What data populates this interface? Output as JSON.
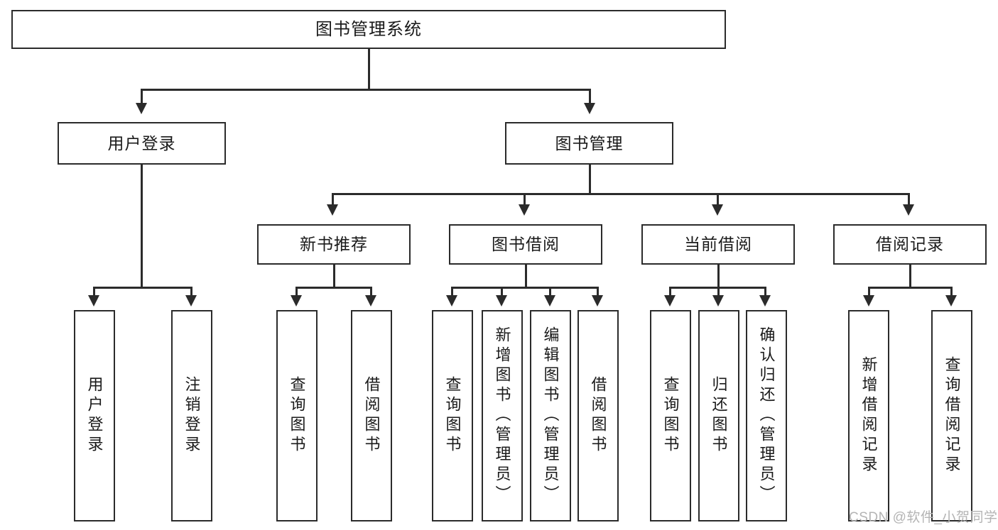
{
  "diagram": {
    "title": "图书管理系统",
    "type": "tree-hierarchy-chart",
    "root": {
      "label": "图书管理系统"
    },
    "level1": [
      {
        "label": "用户登录"
      },
      {
        "label": "图书管理"
      }
    ],
    "level2": [
      {
        "label": "新书推荐"
      },
      {
        "label": "图书借阅"
      },
      {
        "label": "当前借阅"
      },
      {
        "label": "借阅记录"
      }
    ],
    "leaves": {
      "user_login": [
        {
          "label": "用户登录"
        },
        {
          "label": "注销登录"
        }
      ],
      "new_book_recommend": [
        {
          "label": "查询图书"
        },
        {
          "label": "借阅图书"
        }
      ],
      "book_borrow": [
        {
          "label": "查询图书"
        },
        {
          "label": "新增图书（管理员）"
        },
        {
          "label": "编辑图书（管理员）"
        },
        {
          "label": "借阅图书"
        }
      ],
      "current_borrow": [
        {
          "label": "查询图书"
        },
        {
          "label": "归还图书"
        },
        {
          "label": "确认归还（管理员）"
        }
      ],
      "borrow_record": [
        {
          "label": "新增借阅记录"
        },
        {
          "label": "查询借阅记录"
        }
      ]
    }
  },
  "watermark": {
    "text": "CSDN @软件_小贺同学"
  },
  "colors": {
    "stroke": "#2b2b2b",
    "fill": "#ffffff",
    "text": "#1a1a1a",
    "watermark": "#b4b4b4"
  }
}
